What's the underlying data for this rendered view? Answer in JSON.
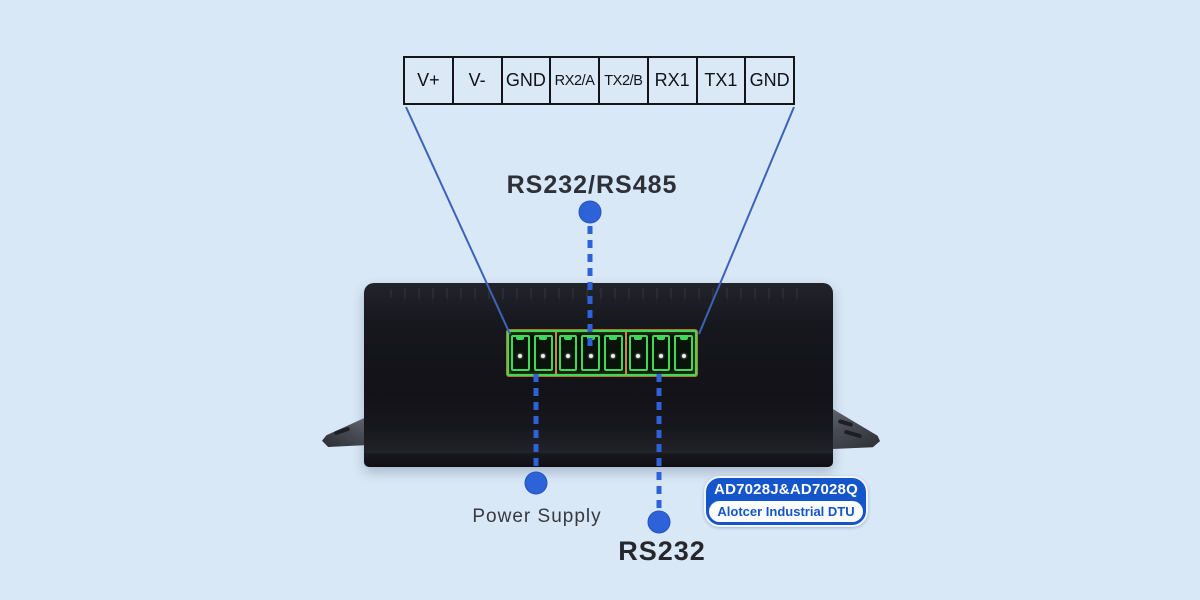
{
  "pin_table": {
    "cells": [
      "V+",
      "V-",
      "GND",
      "RX2/A",
      "TX2/B",
      "RX1",
      "TX1",
      "GND"
    ]
  },
  "annotations": {
    "serial_combo_label": "RS232/RS485",
    "power_label": "Power Supply",
    "serial_label": "RS232"
  },
  "badge": {
    "model_line": "AD7028J&AD7028Q",
    "product_line": "Alotcer Industrial DTU"
  },
  "terminal": {
    "socket_groups": [
      2,
      3,
      3
    ],
    "total_sockets": 8
  },
  "colors": {
    "bg": "#d9e8f7",
    "accent": "#2e62d9",
    "line": "#3b63b8",
    "badge-blue": "#1455cc",
    "green": "#3fd95a",
    "orange": "#cf8a2a"
  }
}
